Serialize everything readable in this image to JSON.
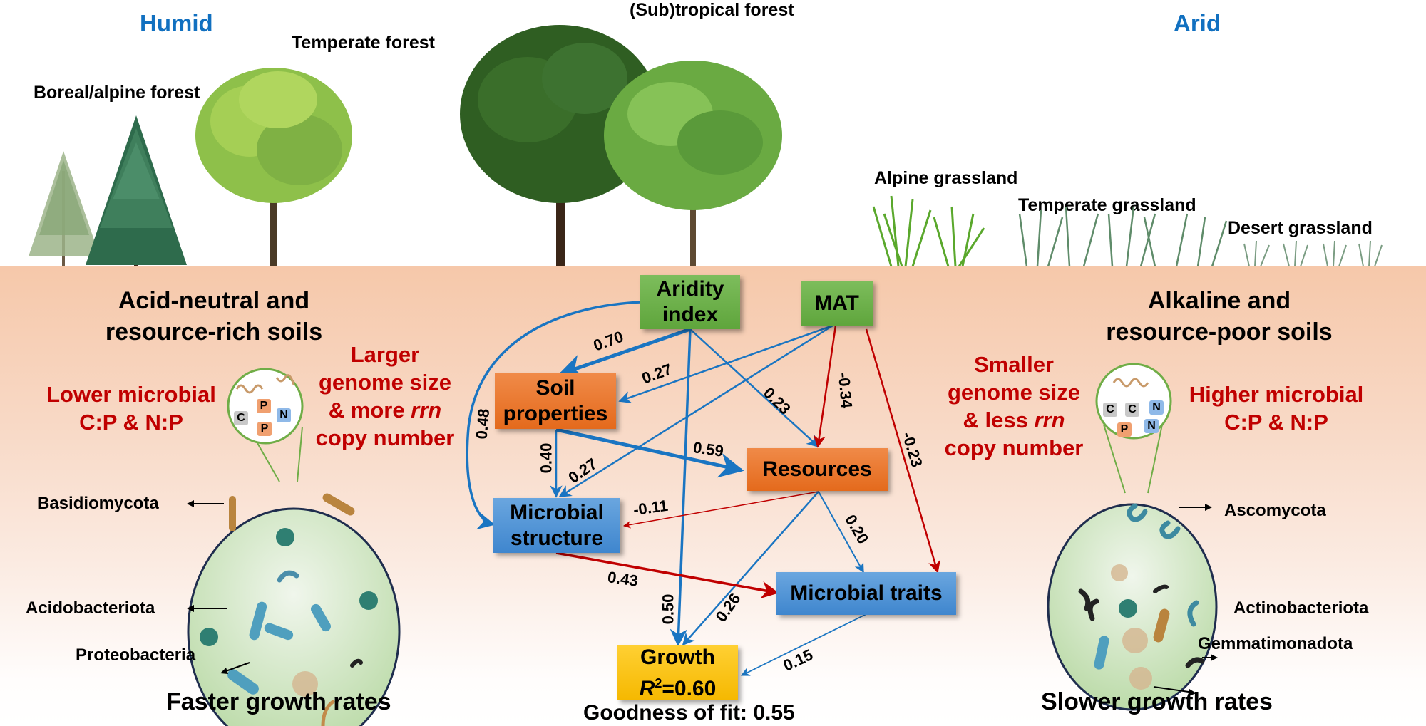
{
  "gradient": {
    "humid_label": "Humid",
    "arid_label": "Arid"
  },
  "biomes": [
    {
      "label": "Boreal/alpine forest"
    },
    {
      "label": "Temperate forest"
    },
    {
      "label": "(Sub)tropical forest"
    },
    {
      "label": "Alpine grassland"
    },
    {
      "label": "Temperate grassland"
    },
    {
      "label": "Desert grassland"
    }
  ],
  "left_panel": {
    "soil_title_line1": "Acid-neutral and",
    "soil_title_line2": "resource-rich soils",
    "stoich_line1": "Lower microbial",
    "stoich_line2": "C:P & N:P",
    "genome_line1": "Larger",
    "genome_line2": "genome size",
    "genome_line3_prefix": "&  more ",
    "genome_line3_italic": "rrn",
    "genome_line4": "copy number",
    "elements": [
      "P",
      "C",
      "N",
      "P"
    ],
    "taxa": [
      "Basidiomycota",
      "Acidobacteriota",
      "Proteobacteria"
    ],
    "growth_label": "Faster growth rates"
  },
  "right_panel": {
    "soil_title_line1": "Alkaline and",
    "soil_title_line2": "resource-poor soils",
    "stoich_line1": "Higher microbial",
    "stoich_line2": "C:P & N:P",
    "genome_line1": "Smaller",
    "genome_line2": "genome size",
    "genome_line3_prefix": "&  less ",
    "genome_line3_italic": "rrn",
    "genome_line4": "copy number",
    "elements": [
      "C",
      "C",
      "N",
      "P",
      "N"
    ],
    "taxa": [
      "Ascomycota",
      "Actinobacteriota",
      "Gemmatimonadota"
    ],
    "growth_label": "Slower growth rates"
  },
  "sem": {
    "nodes": {
      "aridity": {
        "line1": "Aridity",
        "line2": "index"
      },
      "mat": {
        "line1": "MAT"
      },
      "soil": {
        "line1": "Soil",
        "line2": "properties"
      },
      "resources": {
        "line1": "Resources"
      },
      "structure": {
        "line1": "Microbial",
        "line2": "structure"
      },
      "traits": {
        "line1": "Microbial traits"
      },
      "growth": {
        "line1": "Growth",
        "r2_prefix": "R",
        "r2_sup": "2",
        "r2_value": "=0.60"
      }
    },
    "paths": [
      {
        "from": "Aridity index",
        "to": "Soil properties",
        "coef": "0.70",
        "sign": "positive"
      },
      {
        "from": "MAT",
        "to": "Soil properties",
        "coef": "0.27",
        "sign": "positive"
      },
      {
        "from": "Aridity index",
        "to": "Microbial structure",
        "coef": "0.48",
        "sign": "positive"
      },
      {
        "from": "Aridity index",
        "to": "Resources",
        "coef": "0.23",
        "sign": "positive"
      },
      {
        "from": "Aridity index",
        "to": "Growth",
        "coef": "0.50",
        "sign": "positive"
      },
      {
        "from": "MAT",
        "to": "Resources",
        "coef": "-0.34",
        "sign": "negative"
      },
      {
        "from": "MAT",
        "to": "Microbial traits",
        "coef": "-0.23",
        "sign": "negative"
      },
      {
        "from": "MAT",
        "to": "Microbial structure",
        "coef": "0.27",
        "sign": "positive"
      },
      {
        "from": "Soil properties",
        "to": "Microbial structure",
        "coef": "0.40",
        "sign": "positive"
      },
      {
        "from": "Soil properties",
        "to": "Resources",
        "coef": "0.59",
        "sign": "positive"
      },
      {
        "from": "Resources",
        "to": "Microbial structure",
        "coef": "-0.11",
        "sign": "negative"
      },
      {
        "from": "Resources",
        "to": "Microbial traits",
        "coef": "0.20",
        "sign": "positive"
      },
      {
        "from": "Resources",
        "to": "Growth",
        "coef": "0.26",
        "sign": "positive"
      },
      {
        "from": "Microbial structure",
        "to": "Microbial traits",
        "coef": "0.43",
        "sign": "negative"
      },
      {
        "from": "Microbial traits",
        "to": "Growth",
        "coef": "0.15",
        "sign": "positive"
      }
    ],
    "goodness_of_fit": "Goodness of fit: 0.55",
    "colors": {
      "positive": "#1a75c2",
      "negative": "#c00000"
    }
  }
}
